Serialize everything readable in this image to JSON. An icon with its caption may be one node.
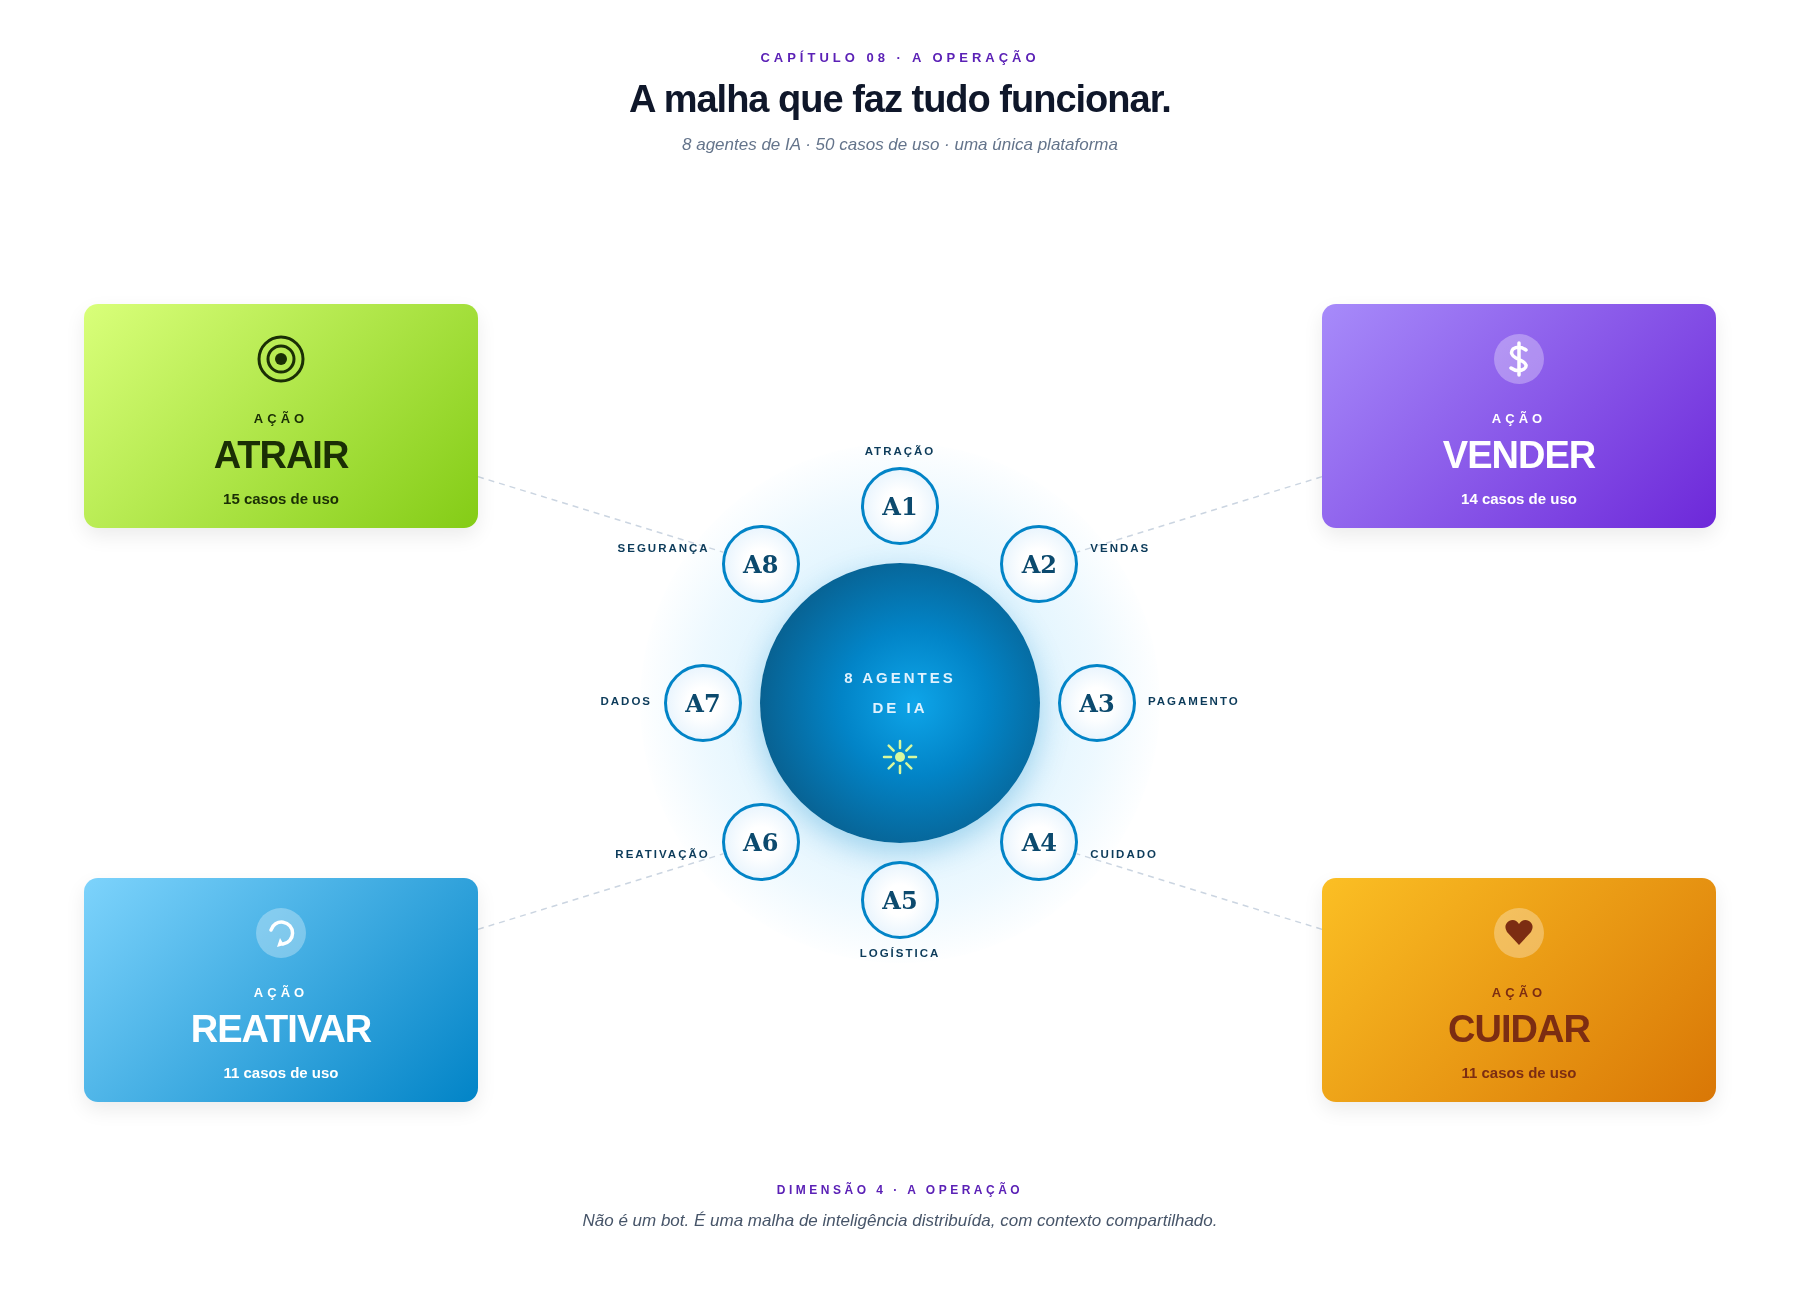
{
  "diagram": {
    "title": "A malha que faz tudo funcionar.",
    "caption": "Não é um bot. É uma malha de inteligência distribuída, com contexto compartilhado.",
    "nodes": [
      {
        "text": [
          "AÇÃO",
          "ATRAIR",
          "15 casos de uso"
        ]
      },
      {
        "text": [
          "AÇÃO",
          "VENDER",
          "14 casos de uso"
        ]
      },
      {
        "text": [
          "AÇÃO",
          "REATIVAR",
          "11 casos de uso"
        ]
      },
      {
        "text": [
          "AÇÃO",
          "CUIDAR",
          "11 casos de uso"
        ]
      },
      {
        "text": [
          "8 AGENTES DE IA"
        ]
      },
      {
        "text": [
          "A1"
        ],
        "beside": [
          "ATRAÇÃO"
        ]
      },
      {
        "text": [
          "A2"
        ],
        "beside": [
          "VENDAS"
        ]
      },
      {
        "text": [
          "A3"
        ],
        "beside": [
          "PAGAMENTO"
        ]
      },
      {
        "text": [
          "A4"
        ],
        "beside": [
          "CUIDADO"
        ]
      },
      {
        "text": [
          "A5"
        ],
        "beside": [
          "LOGÍSTICA"
        ]
      },
      {
        "text": [
          "A6"
        ],
        "beside": [
          "REATIVAÇÃO"
        ]
      },
      {
        "text": [
          "A7"
        ],
        "beside": [
          "DADOS"
        ]
      },
      {
        "text": [
          "A8"
        ],
        "beside": [
          "SEGURANÇA"
        ]
      }
    ],
    "edges": [
      {
        "from": 0,
        "to": 12,
        "arrow": "none",
        "style": "dashed"
      },
      {
        "from": 1,
        "to": 6,
        "arrow": "none",
        "style": "dashed"
      },
      {
        "from": 2,
        "to": 10,
        "arrow": "none",
        "style": "dashed"
      },
      {
        "from": 3,
        "to": 8,
        "arrow": "none",
        "style": "dashed"
      }
    ],
    "labels": [
      "CAPÍTULO 08 · A OPERAÇÃO",
      "8 agentes de IA · 50 casos de uso · uma única plataforma",
      "DIMENSÃO 4 · A OPERAÇÃO"
    ]
  }
}
